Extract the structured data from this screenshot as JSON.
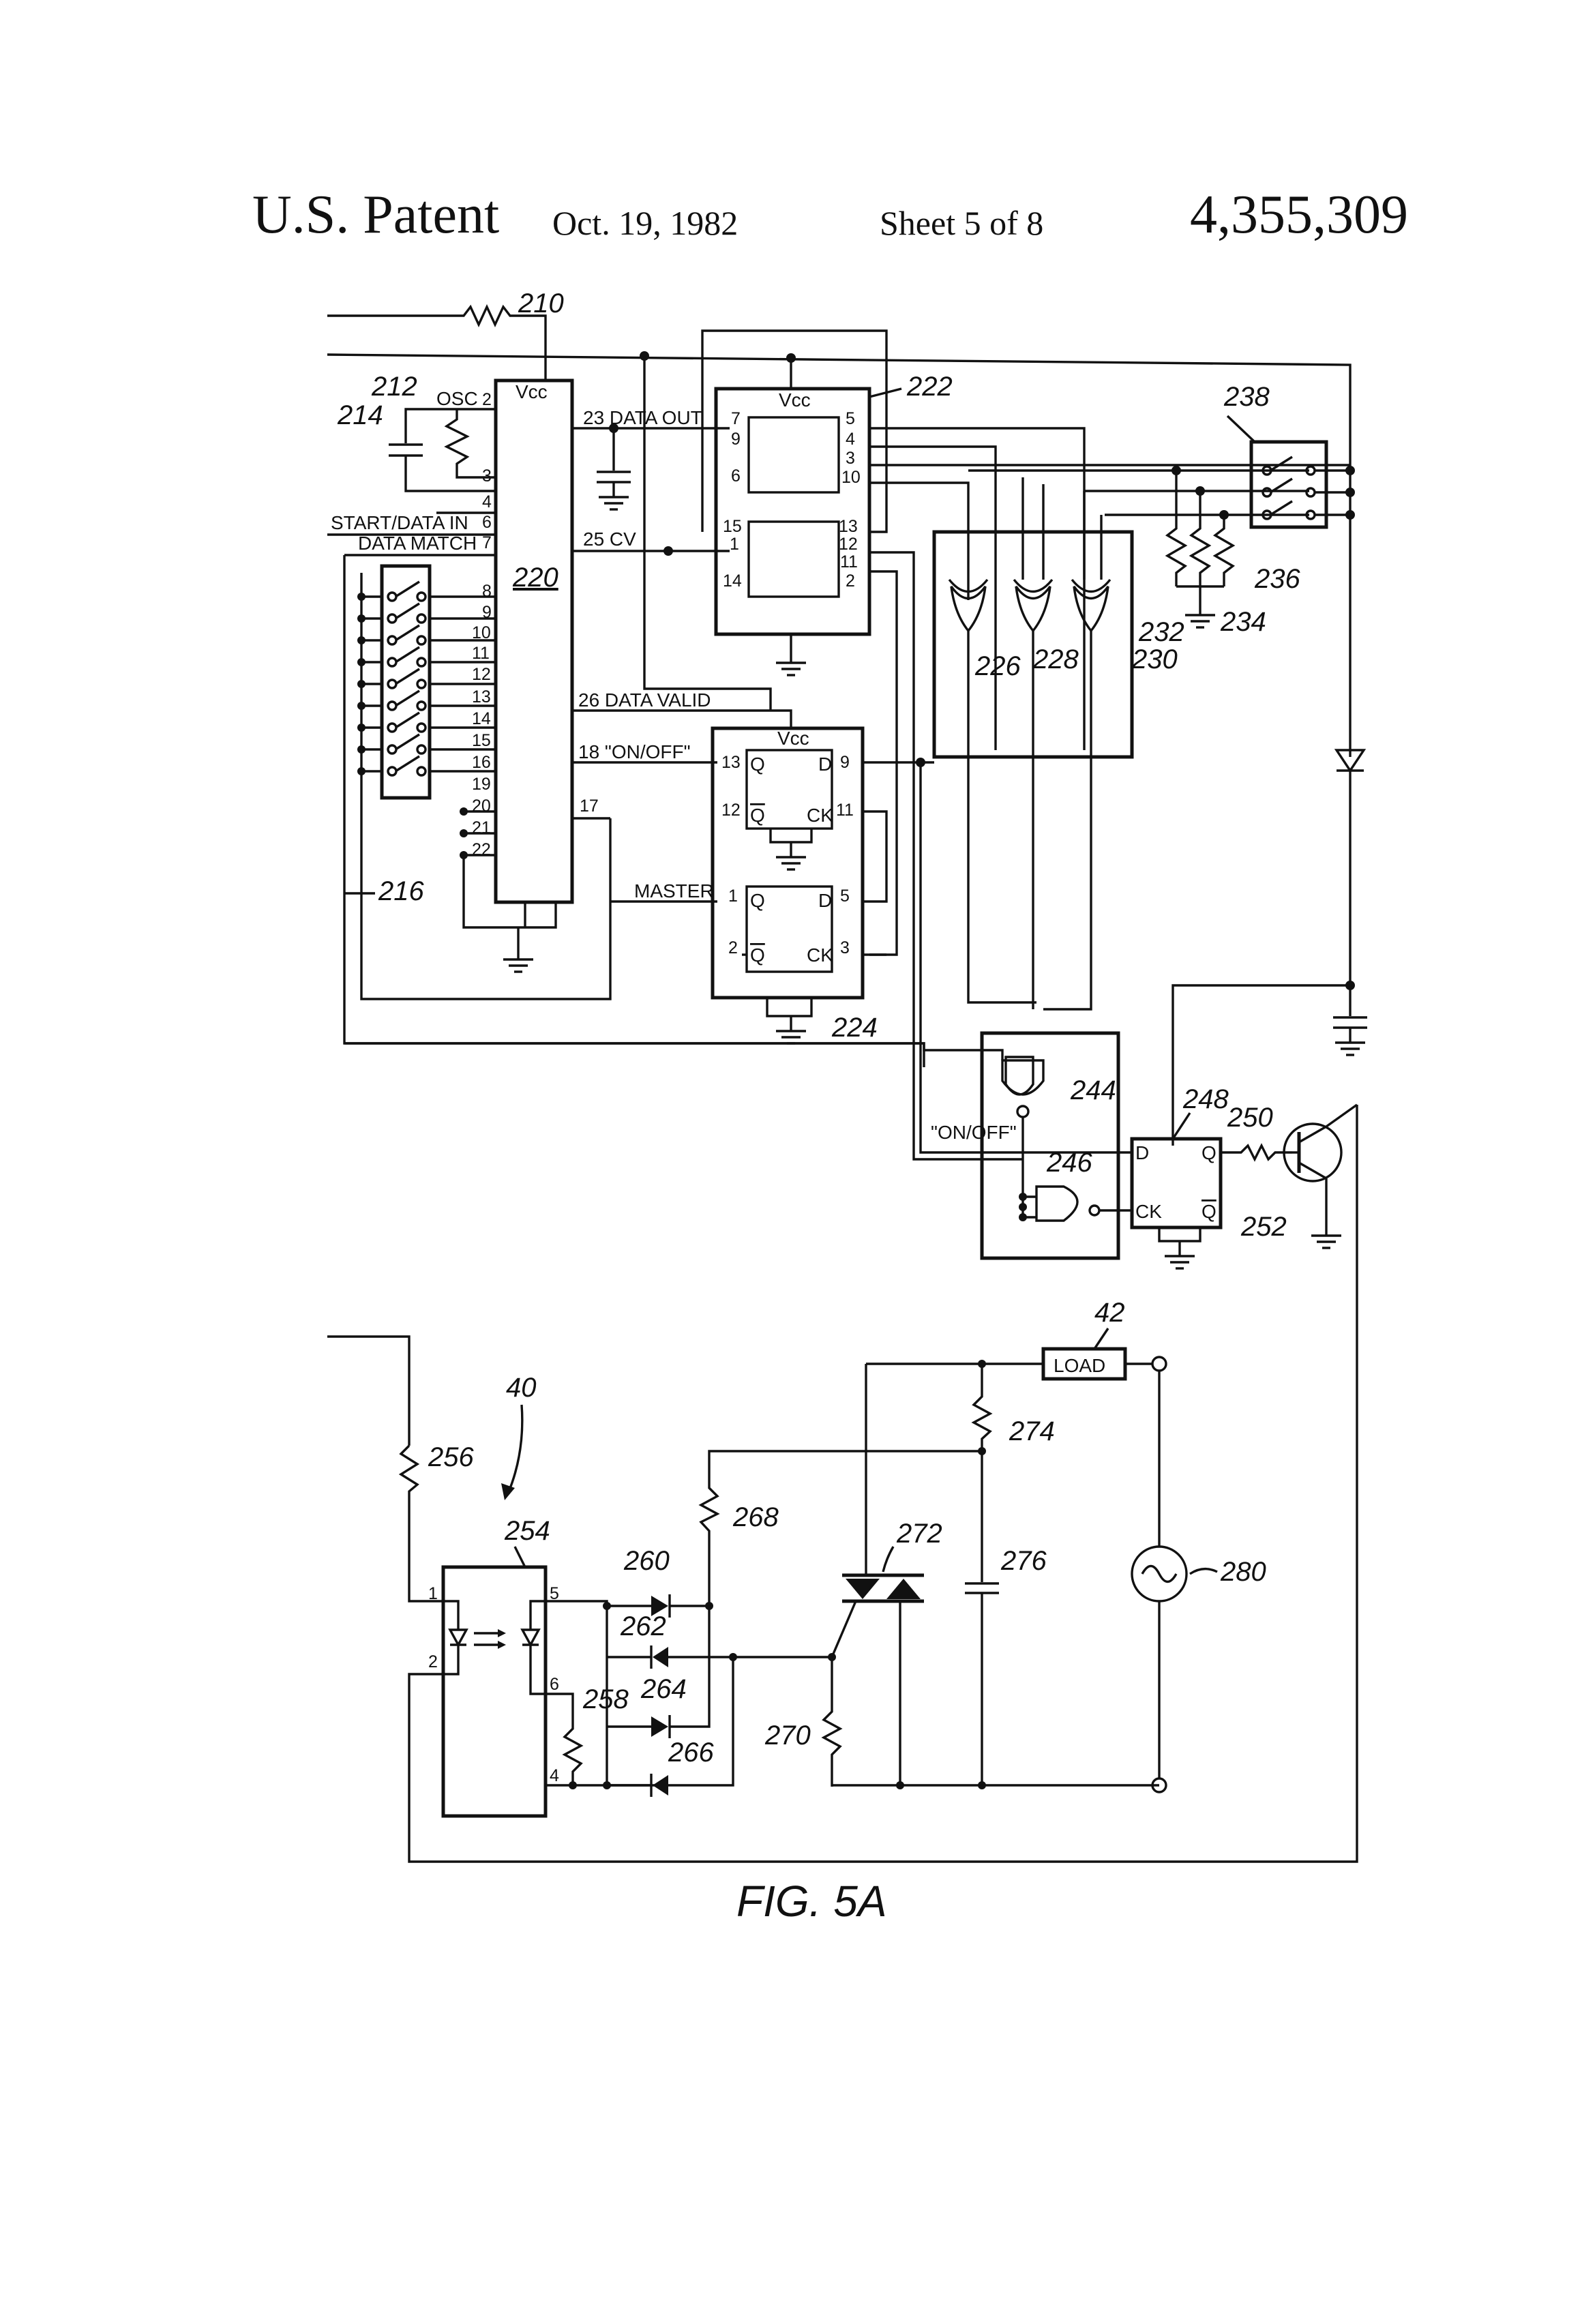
{
  "header": {
    "left": "U.S. Patent",
    "date": "Oct. 19, 1982",
    "sheet": "Sheet 5 of 8",
    "number": "4,355,309"
  },
  "figure": {
    "caption": "FIG. 5A",
    "refs": {
      "r210": "210",
      "r212": "212",
      "r214": "214",
      "r216": "216",
      "r220": "220",
      "r222": "222",
      "r224": "224",
      "r226": "226",
      "r228": "228",
      "r230": "230",
      "r232": "232",
      "r234": "234",
      "r236": "236",
      "r238": "238",
      "r244": "244",
      "r246": "246",
      "r248": "248",
      "r250": "250",
      "r252": "252",
      "r40": "40",
      "r42": "42",
      "r254": "254",
      "r256": "256",
      "r258": "258",
      "r260": "260",
      "r262": "262",
      "r264": "264",
      "r266": "266",
      "r268": "268",
      "r270": "270",
      "r272": "272",
      "r274": "274",
      "r276": "276",
      "r280": "280"
    },
    "labels": {
      "vcc": "Vcc",
      "osc": "OSC",
      "start_data_in": "START/DATA IN",
      "data_match": "DATA MATCH",
      "data_out": "23 DATA OUT",
      "cv": "25 CV",
      "data_valid": "26 DATA VALID",
      "on_off_pin": "18 \"ON/OFF\"",
      "on_off": "\"ON/OFF\"",
      "master": "MASTER",
      "load": "LOAD",
      "q": "Q",
      "qbar": "Q",
      "d": "D",
      "ck": "CK"
    },
    "pins": {
      "p2": "2",
      "p3": "3",
      "p4": "4",
      "p6": "6",
      "p7": "7",
      "p8": "8",
      "p9": "9",
      "p10": "10",
      "p11": "11",
      "p12": "12",
      "p13": "13",
      "p14": "14",
      "p15": "15",
      "p16": "16",
      "p17": "17",
      "p19": "19",
      "p20": "20",
      "p21": "21",
      "p22": "22",
      "p5": "5",
      "p1": "1"
    }
  }
}
